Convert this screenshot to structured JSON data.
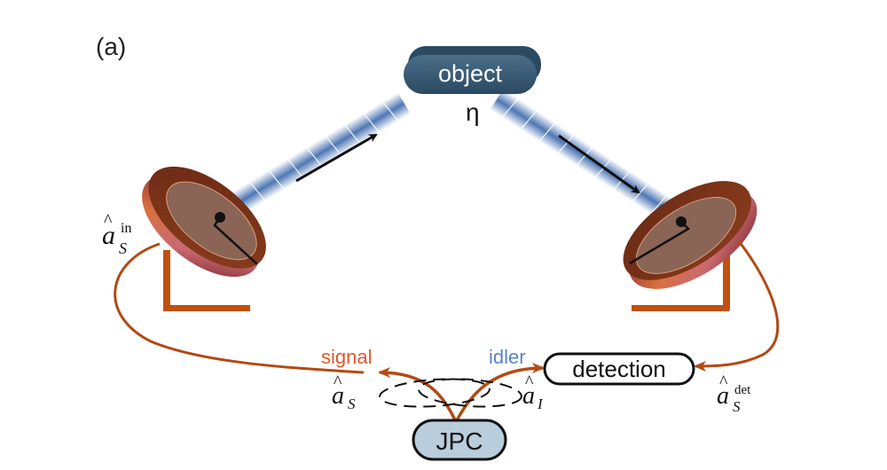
{
  "panel_label": "(a)",
  "object": {
    "label": "object",
    "transmissivity_symbol": "η"
  },
  "nodes": {
    "jpc": "JPC",
    "detection": "detection"
  },
  "modes": {
    "signal": {
      "label": "signal",
      "op_base": "a",
      "op_sub": "S",
      "color": "#e0562b"
    },
    "idler": {
      "label": "idler",
      "op_base": "a",
      "op_sub": "I",
      "color": "#5b84c4"
    },
    "input": {
      "op_base": "a",
      "op_sub": "S",
      "op_sup": "in"
    },
    "detected": {
      "op_base": "a",
      "op_sub": "S",
      "op_sup": "det"
    }
  },
  "hat": "^",
  "colors": {
    "wire": "#b34a12",
    "stand": "#c0510f",
    "object_fill": "#35566f",
    "jpc_fill": "#b9cddc",
    "beam": "#2f5fa8"
  }
}
